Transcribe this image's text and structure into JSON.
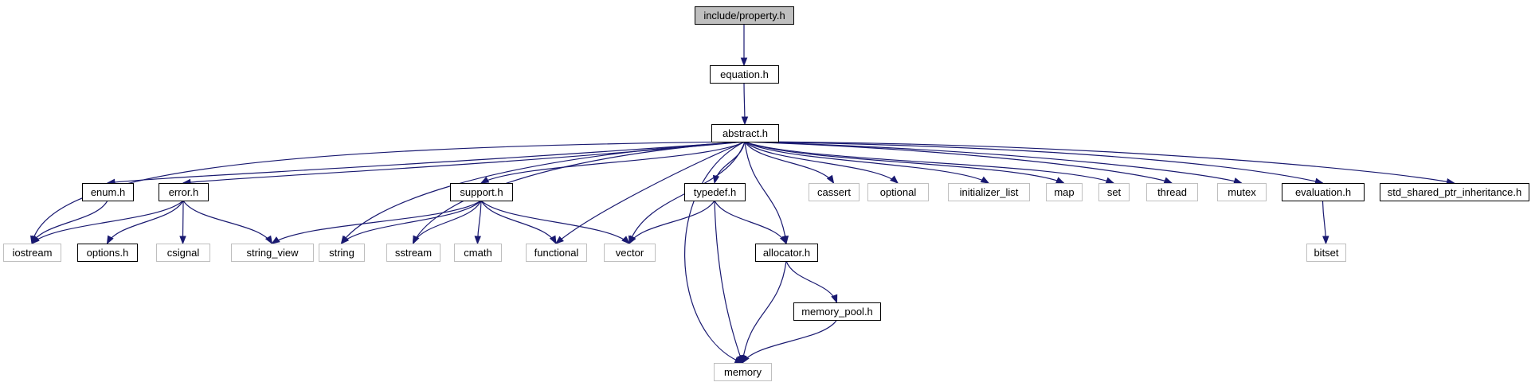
{
  "diagram": {
    "colors": {
      "edge": "#191970",
      "root_fill": "#bfbfbf",
      "documented_border": "#000000",
      "system_border": "#bfbfbf"
    },
    "nodes": [
      {
        "id": "property",
        "label": "include/property.h",
        "kind": "root"
      },
      {
        "id": "equation",
        "label": "equation.h",
        "kind": "documented"
      },
      {
        "id": "abstract",
        "label": "abstract.h",
        "kind": "documented"
      },
      {
        "id": "enum",
        "label": "enum.h",
        "kind": "documented"
      },
      {
        "id": "error",
        "label": "error.h",
        "kind": "documented"
      },
      {
        "id": "support",
        "label": "support.h",
        "kind": "documented"
      },
      {
        "id": "typedef",
        "label": "typedef.h",
        "kind": "documented"
      },
      {
        "id": "cassert",
        "label": "cassert",
        "kind": "system"
      },
      {
        "id": "optional",
        "label": "optional",
        "kind": "system"
      },
      {
        "id": "initializer_list",
        "label": "initializer_list",
        "kind": "system"
      },
      {
        "id": "map",
        "label": "map",
        "kind": "system"
      },
      {
        "id": "set",
        "label": "set",
        "kind": "system"
      },
      {
        "id": "thread",
        "label": "thread",
        "kind": "system"
      },
      {
        "id": "mutex",
        "label": "mutex",
        "kind": "system"
      },
      {
        "id": "evaluation",
        "label": "evaluation.h",
        "kind": "documented"
      },
      {
        "id": "ssp",
        "label": "std_shared_ptr_inheritance.h",
        "kind": "documented"
      },
      {
        "id": "iostream",
        "label": "iostream",
        "kind": "system"
      },
      {
        "id": "options",
        "label": "options.h",
        "kind": "documented"
      },
      {
        "id": "csignal",
        "label": "csignal",
        "kind": "system"
      },
      {
        "id": "string_view",
        "label": "string_view",
        "kind": "system"
      },
      {
        "id": "string",
        "label": "string",
        "kind": "system"
      },
      {
        "id": "sstream",
        "label": "sstream",
        "kind": "system"
      },
      {
        "id": "cmath",
        "label": "cmath",
        "kind": "system"
      },
      {
        "id": "functional",
        "label": "functional",
        "kind": "system"
      },
      {
        "id": "vector",
        "label": "vector",
        "kind": "system"
      },
      {
        "id": "allocator",
        "label": "allocator.h",
        "kind": "documented"
      },
      {
        "id": "bitset",
        "label": "bitset",
        "kind": "system"
      },
      {
        "id": "memory_pool",
        "label": "memory_pool.h",
        "kind": "documented"
      },
      {
        "id": "memory",
        "label": "memory",
        "kind": "system"
      }
    ],
    "edges": [
      {
        "from": "property",
        "to": "equation"
      },
      {
        "from": "equation",
        "to": "abstract"
      },
      {
        "from": "abstract",
        "to": "iostream"
      },
      {
        "from": "abstract",
        "to": "enum"
      },
      {
        "from": "abstract",
        "to": "error"
      },
      {
        "from": "abstract",
        "to": "string"
      },
      {
        "from": "abstract",
        "to": "sstream"
      },
      {
        "from": "abstract",
        "to": "support"
      },
      {
        "from": "abstract",
        "to": "functional"
      },
      {
        "from": "abstract",
        "to": "vector"
      },
      {
        "from": "abstract",
        "to": "memory"
      },
      {
        "from": "abstract",
        "to": "typedef"
      },
      {
        "from": "abstract",
        "to": "allocator"
      },
      {
        "from": "abstract",
        "to": "cassert"
      },
      {
        "from": "abstract",
        "to": "optional"
      },
      {
        "from": "abstract",
        "to": "initializer_list"
      },
      {
        "from": "abstract",
        "to": "map"
      },
      {
        "from": "abstract",
        "to": "set"
      },
      {
        "from": "abstract",
        "to": "thread"
      },
      {
        "from": "abstract",
        "to": "mutex"
      },
      {
        "from": "abstract",
        "to": "evaluation"
      },
      {
        "from": "abstract",
        "to": "ssp"
      },
      {
        "from": "enum",
        "to": "iostream"
      },
      {
        "from": "error",
        "to": "iostream"
      },
      {
        "from": "error",
        "to": "options"
      },
      {
        "from": "error",
        "to": "csignal"
      },
      {
        "from": "error",
        "to": "string_view"
      },
      {
        "from": "support",
        "to": "string_view"
      },
      {
        "from": "support",
        "to": "string"
      },
      {
        "from": "support",
        "to": "sstream"
      },
      {
        "from": "support",
        "to": "cmath"
      },
      {
        "from": "support",
        "to": "functional"
      },
      {
        "from": "support",
        "to": "vector"
      },
      {
        "from": "typedef",
        "to": "vector"
      },
      {
        "from": "typedef",
        "to": "allocator"
      },
      {
        "from": "typedef",
        "to": "memory"
      },
      {
        "from": "allocator",
        "to": "memory_pool"
      },
      {
        "from": "allocator",
        "to": "memory"
      },
      {
        "from": "memory_pool",
        "to": "memory"
      },
      {
        "from": "evaluation",
        "to": "bitset"
      }
    ]
  }
}
